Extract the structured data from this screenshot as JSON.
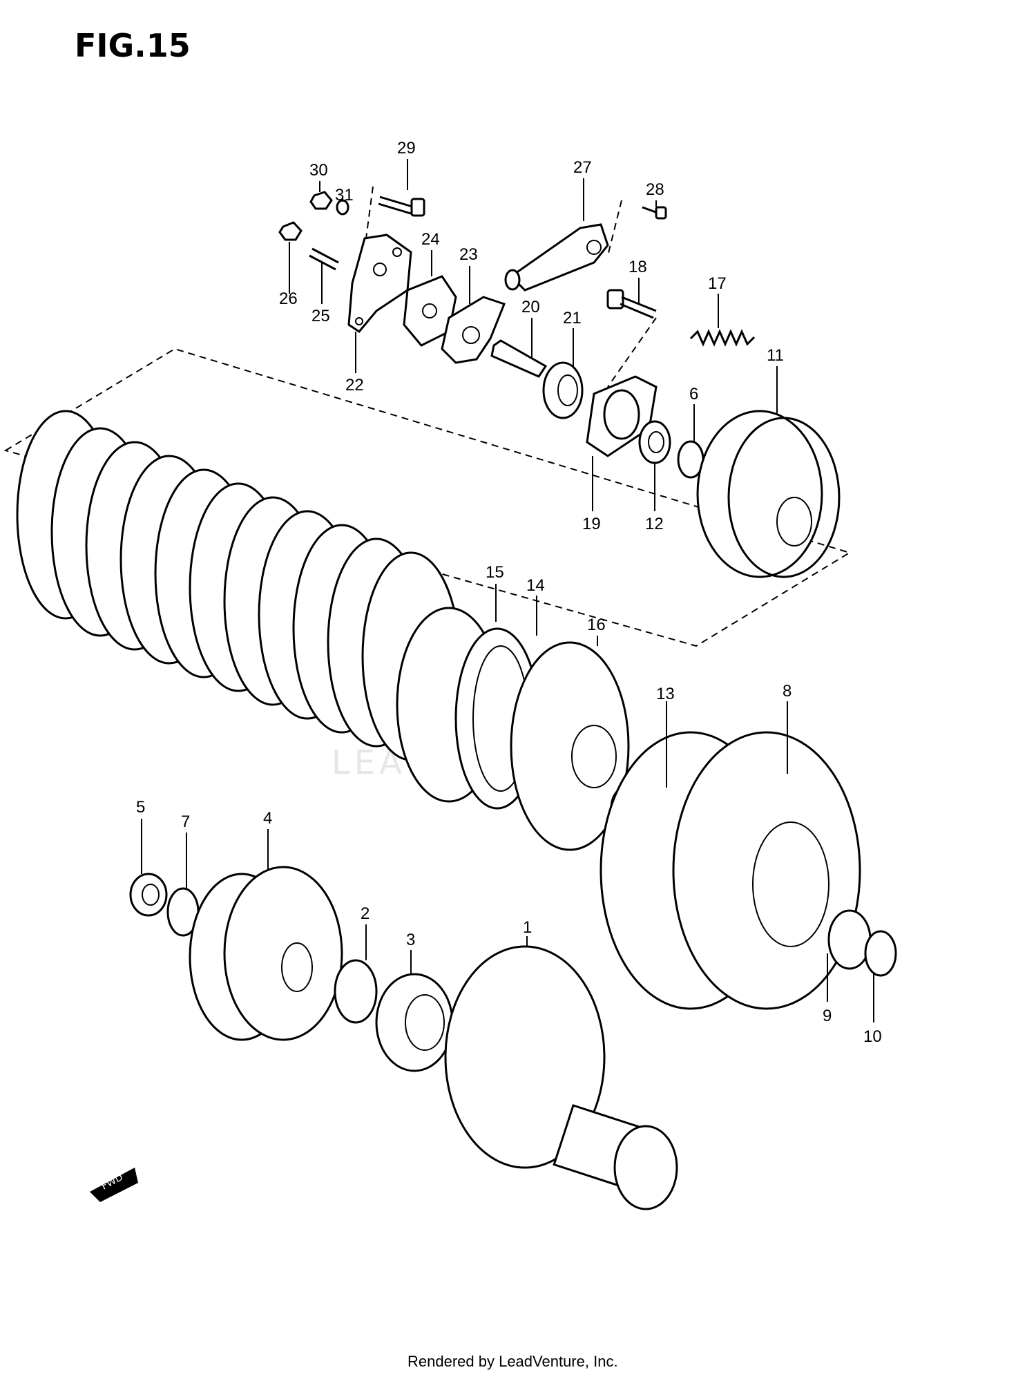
{
  "figure": {
    "title": "FIG.15",
    "watermark": "LEADVENTURE",
    "footer": "Rendered by LeadVenture, Inc.",
    "direction_arrow_label": "FWD"
  },
  "callouts": [
    "1",
    "2",
    "3",
    "4",
    "5",
    "6",
    "7",
    "8",
    "9",
    "10",
    "11",
    "12",
    "13",
    "14",
    "15",
    "16",
    "17",
    "18",
    "19",
    "20",
    "21",
    "22",
    "23",
    "24",
    "25",
    "26",
    "27",
    "28",
    "29",
    "30",
    "31"
  ]
}
